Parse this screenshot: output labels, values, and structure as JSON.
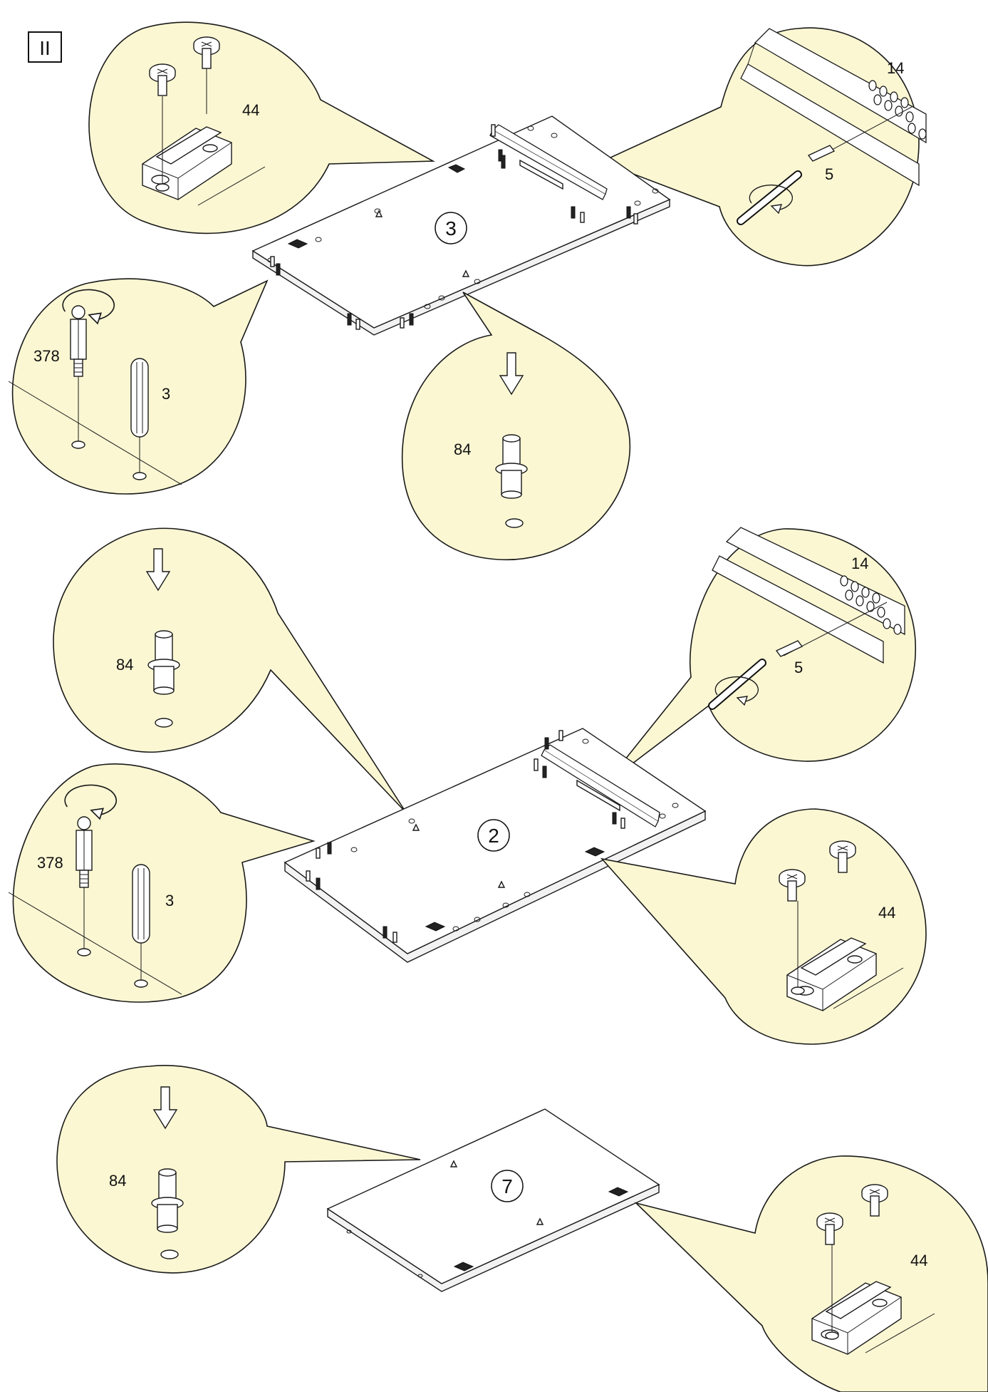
{
  "step_label": "II",
  "colors": {
    "bubble_fill": "#fbf7d3",
    "line": "#1a1a1a",
    "background": "#ffffff"
  },
  "panels": [
    {
      "number": "3"
    },
    {
      "number": "2"
    },
    {
      "number": "7"
    }
  ],
  "callouts": {
    "p3_hinge": "44",
    "p3_rail_holes": "14",
    "p3_screw": "5",
    "p3_cam_bolt": "378",
    "p3_dowel": "3",
    "p3_pin": "84",
    "p2_pin": "84",
    "p2_rail_holes": "14",
    "p2_screw": "5",
    "p2_cam_bolt": "378",
    "p2_dowel": "3",
    "p2_hinge": "44",
    "p7_pin": "84",
    "p7_hinge": "44"
  }
}
